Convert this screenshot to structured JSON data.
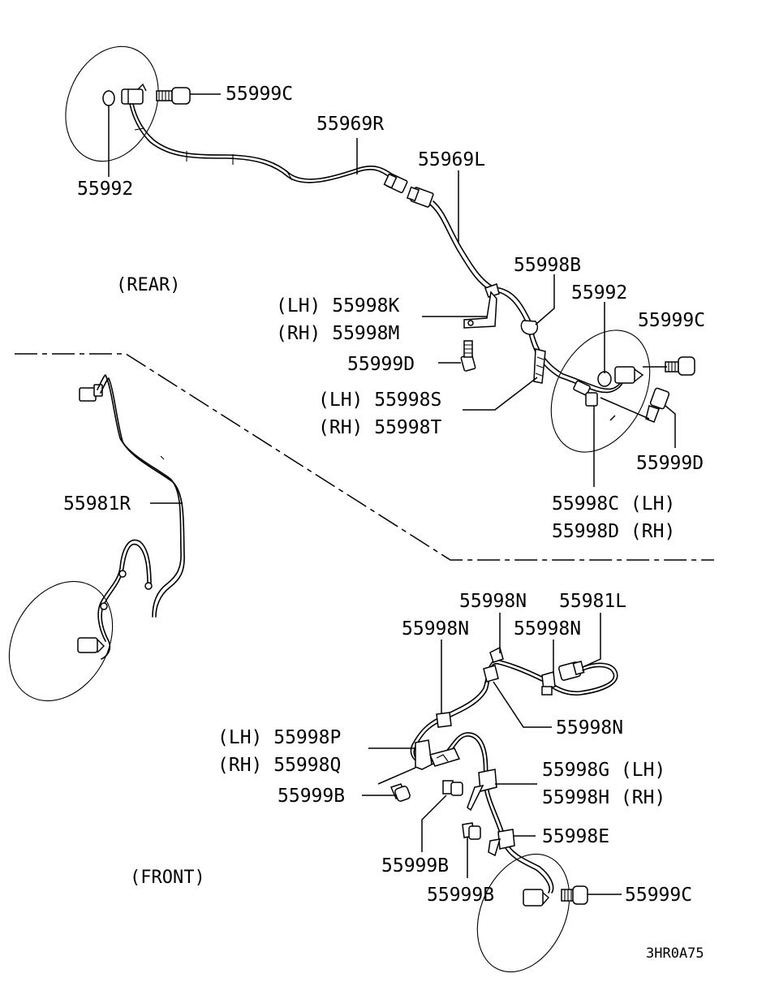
{
  "sections": {
    "rear": "(REAR)",
    "front": "(FRONT)"
  },
  "diagram_code": "3HR0A75",
  "labels": {
    "rear_left": {
      "p55999C": "55999C",
      "p55992": "55992",
      "p55969R": "55969R",
      "p55969L": "55969L"
    },
    "rear_right": {
      "p55998B": "55998B",
      "p55992": "55992",
      "p55999C": "55999C",
      "p55998K": "(LH) 55998K",
      "p55998M": "(RH) 55998M",
      "p55999D_a": "55999D",
      "p55998S": "(LH) 55998S",
      "p55998T": "(RH) 55998T",
      "p55999D_b": "55999D",
      "p55998C": "55998C (LH)",
      "p55998D": "55998D (RH)"
    },
    "front_left": {
      "p55981R": "55981R"
    },
    "front_right": {
      "p55998N_a": "55998N",
      "p55981L": "55981L",
      "p55998N_b": "55998N",
      "p55998N_c": "55998N",
      "p55998N_d": "55998N",
      "p55998P": "(LH) 55998P",
      "p55998Q": "(RH) 55998Q",
      "p55998G": "55998G (LH)",
      "p55998H": "55998H (RH)",
      "p55999B_a": "55999B",
      "p55998E": "55998E",
      "p55999B_b": "55999B",
      "p55999B_c": "55999B",
      "p55999C": "55999C"
    }
  }
}
